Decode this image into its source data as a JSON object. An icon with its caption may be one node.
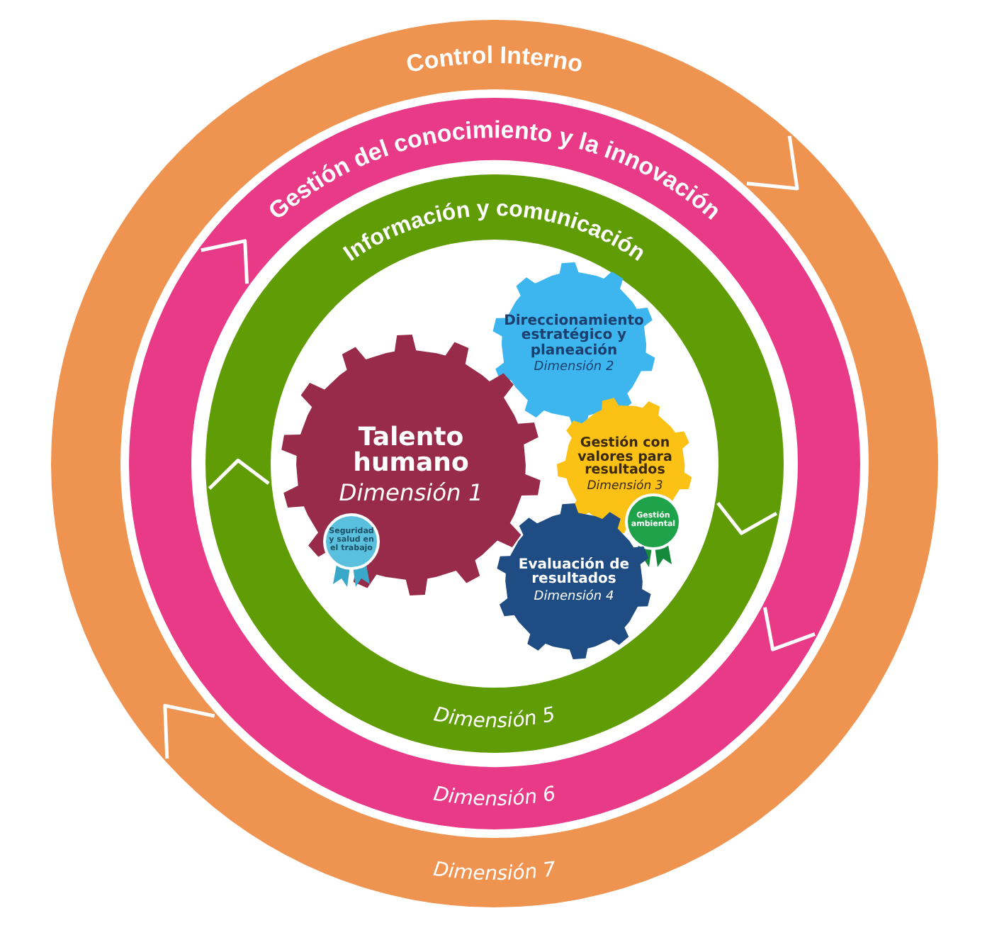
{
  "diagram": {
    "nodes": [
      {
        "text": [
          "Control Interno",
          "Dimensión 7"
        ]
      },
      {
        "text": [
          "Gestión del conocimiento y la innovación",
          "Dimensión 6"
        ],
        "in": 0
      },
      {
        "text": [
          "Información y comunicación",
          "Dimensión 5"
        ],
        "in": 1
      },
      {
        "text": [
          "Direccionamiento estratégico y planeación",
          "Dimensión 2"
        ],
        "in": 2
      },
      {
        "text": [
          "Talento humano",
          "Dimensión 1"
        ],
        "in": 2
      },
      {
        "text": [
          "Gestión con valores para resultados",
          "Dimensión 3"
        ],
        "in": 2
      },
      {
        "text": [
          "Seguridad y salud en el trabajo"
        ],
        "in": 4
      },
      {
        "text": [
          "Gestión ambiental"
        ],
        "in": 2
      },
      {
        "text": [
          "Evaluación de resultados",
          "Dimensión 4"
        ],
        "in": 2
      }
    ],
    "edges": []
  }
}
